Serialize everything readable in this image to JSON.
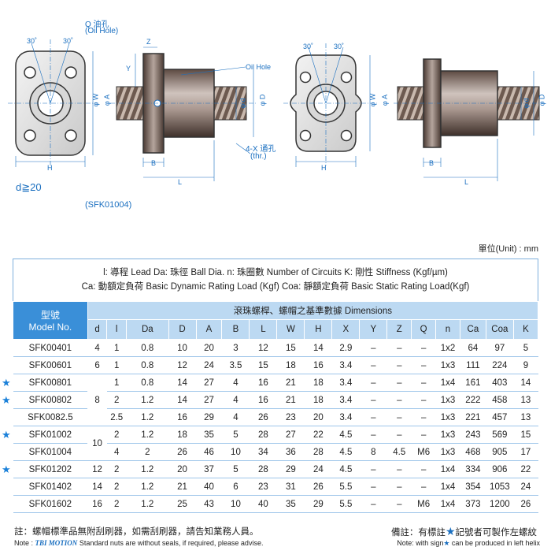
{
  "diagram": {
    "oil_hole_cn": "Q 油孔",
    "oil_hole_en": "(Oil Hole)",
    "oil_hole_side": "Oil Hole",
    "angle_30": "30˚",
    "thread_hole": "4-X 通孔",
    "thread_hole_en": "(thr.)",
    "d_cond": "d≧20",
    "sample_model": "(SFK01004)",
    "dim_letters": {
      "Z": "Z",
      "Y": "Y",
      "H": "H",
      "B": "B",
      "L": "L",
      "W": "φ W",
      "A": "φ A",
      "D": "φ D",
      "d": "φ d"
    }
  },
  "unit_label": "單位(Unit) : mm",
  "legend": {
    "line1": "l: 導程  Lead   Da: 珠徑  Ball Dia.   n: 珠圈數  Number of Circuits   K: 剛性  Stiffness (Kgf/µm)",
    "line2": "Ca: 動額定負荷  Basic Dynamic Rating Load (Kgf)   Coa: 靜額定負荷  Basic Static Rating Load(Kgf)"
  },
  "table": {
    "model_cn": "型號",
    "model_en": "Model No.",
    "dim_header": "滾珠螺桿、螺帽之基準數據  Dimensions",
    "columns": [
      "d",
      "l",
      "Da",
      "D",
      "A",
      "B",
      "L",
      "W",
      "H",
      "X",
      "Y",
      "Z",
      "Q",
      "n",
      "Ca",
      "Coa",
      "K"
    ],
    "rows": [
      {
        "star": "",
        "model": "SFK00401",
        "d": "4",
        "l": "1",
        "Da": "0.8",
        "D": "10",
        "A": "20",
        "B": "3",
        "L": "12",
        "W": "15",
        "H": "14",
        "X": "2.9",
        "Y": "–",
        "Z": "–",
        "Q": "–",
        "n": "1x2",
        "Ca": "64",
        "Coa": "97",
        "K": "5"
      },
      {
        "star": "",
        "model": "SFK00601",
        "d": "6",
        "l": "1",
        "Da": "0.8",
        "D": "12",
        "A": "24",
        "B": "3.5",
        "L": "15",
        "W": "18",
        "H": "16",
        "X": "3.4",
        "Y": "–",
        "Z": "–",
        "Q": "–",
        "n": "1x3",
        "Ca": "111",
        "Coa": "224",
        "K": "9"
      },
      {
        "star": "★",
        "model": "SFK00801",
        "d": "",
        "l": "1",
        "Da": "0.8",
        "D": "14",
        "A": "27",
        "B": "4",
        "L": "16",
        "W": "21",
        "H": "18",
        "X": "3.4",
        "Y": "–",
        "Z": "–",
        "Q": "–",
        "n": "1x4",
        "Ca": "161",
        "Coa": "403",
        "K": "14"
      },
      {
        "star": "★",
        "model": "SFK00802",
        "d": "8",
        "l": "2",
        "Da": "1.2",
        "D": "14",
        "A": "27",
        "B": "4",
        "L": "16",
        "W": "21",
        "H": "18",
        "X": "3.4",
        "Y": "–",
        "Z": "–",
        "Q": "–",
        "n": "1x3",
        "Ca": "222",
        "Coa": "458",
        "K": "13"
      },
      {
        "star": "",
        "model": "SFK0082.5",
        "d": "",
        "l": "2.5",
        "Da": "1.2",
        "D": "16",
        "A": "29",
        "B": "4",
        "L": "26",
        "W": "23",
        "H": "20",
        "X": "3.4",
        "Y": "–",
        "Z": "–",
        "Q": "–",
        "n": "1x3",
        "Ca": "221",
        "Coa": "457",
        "K": "13"
      },
      {
        "star": "★",
        "model": "SFK01002",
        "d": "10",
        "l": "2",
        "Da": "1.2",
        "D": "18",
        "A": "35",
        "B": "5",
        "L": "28",
        "W": "27",
        "H": "22",
        "X": "4.5",
        "Y": "–",
        "Z": "–",
        "Q": "–",
        "n": "1x3",
        "Ca": "243",
        "Coa": "569",
        "K": "15"
      },
      {
        "star": "",
        "model": "SFK01004",
        "d": "",
        "l": "4",
        "Da": "2",
        "D": "26",
        "A": "46",
        "B": "10",
        "L": "34",
        "W": "36",
        "H": "28",
        "X": "4.5",
        "Y": "8",
        "Z": "4.5",
        "Q": "M6",
        "n": "1x3",
        "Ca": "468",
        "Coa": "905",
        "K": "17"
      },
      {
        "star": "★",
        "model": "SFK01202",
        "d": "12",
        "l": "2",
        "Da": "1.2",
        "D": "20",
        "A": "37",
        "B": "5",
        "L": "28",
        "W": "29",
        "H": "24",
        "X": "4.5",
        "Y": "–",
        "Z": "–",
        "Q": "–",
        "n": "1x4",
        "Ca": "334",
        "Coa": "906",
        "K": "22"
      },
      {
        "star": "",
        "model": "SFK01402",
        "d": "14",
        "l": "2",
        "Da": "1.2",
        "D": "21",
        "A": "40",
        "B": "6",
        "L": "23",
        "W": "31",
        "H": "26",
        "X": "5.5",
        "Y": "–",
        "Z": "–",
        "Q": "–",
        "n": "1x4",
        "Ca": "354",
        "Coa": "1053",
        "K": "24"
      },
      {
        "star": "",
        "model": "SFK01602",
        "d": "16",
        "l": "2",
        "Da": "1.2",
        "D": "25",
        "A": "43",
        "B": "10",
        "L": "40",
        "W": "35",
        "H": "29",
        "X": "5.5",
        "Y": "–",
        "Z": "–",
        "Q": "M6",
        "n": "1x4",
        "Ca": "373",
        "Coa": "1200",
        "K": "26"
      }
    ]
  },
  "notes": {
    "left_cn": "註：螺帽標準品無附刮刷器，如需刮刷器，請告知業務人員。",
    "left_en_prefix": "Note :",
    "left_brand": "TBI MOTION",
    "left_en": "Standard nuts are without seals, if required, please advise.",
    "right_cn_pre": "備註：有標註",
    "right_star": "★",
    "right_cn_post": "記號者可製作左螺紋",
    "right_en_pre": "Note: with sign",
    "right_en_post": "can be produced in left helix"
  }
}
